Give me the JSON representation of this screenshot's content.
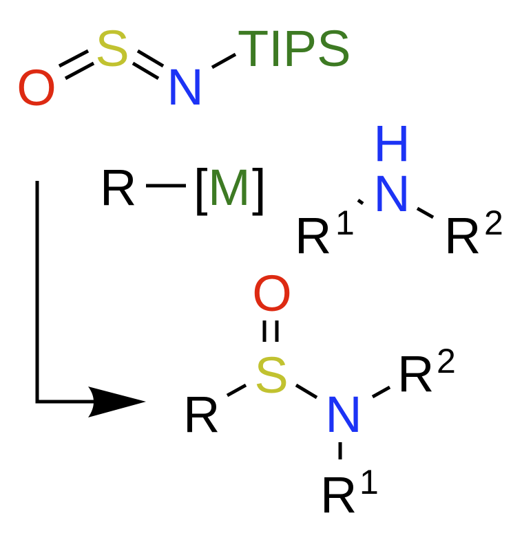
{
  "colors": {
    "oxygen": "#dd2a12",
    "sulfur": "#c1c230",
    "nitrogen": "#1c33f5",
    "silyl": "#3d7a23",
    "metal": "#3d7a23",
    "carbon_text": "#000000",
    "arrow": "#000000"
  },
  "reagent": {
    "oxygen": "O",
    "sulfur": "S",
    "nitrogen": "N",
    "protecting_group": "TIPS"
  },
  "organometallic": {
    "r": "R",
    "bracket_open": "[",
    "metal": "M",
    "bracket_close": "]"
  },
  "amine": {
    "hydrogen": "H",
    "nitrogen": "N",
    "r1": "R",
    "r1_sup": "1",
    "r2": "R",
    "r2_sup": "2"
  },
  "product": {
    "oxygen": "O",
    "sulfur": "S",
    "nitrogen": "N",
    "r": "R",
    "r1": "R",
    "r1_sup": "1",
    "r2": "R",
    "r2_sup": "2"
  },
  "icons": {
    "reaction_arrow": "elbow-arrow-icon"
  }
}
